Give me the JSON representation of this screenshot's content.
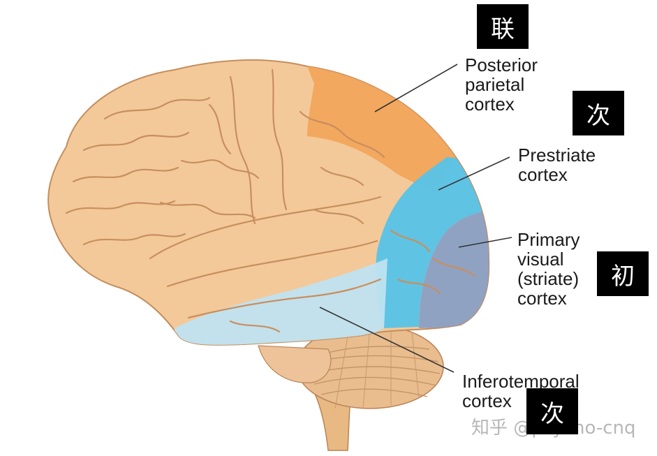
{
  "labels": {
    "posterior_parietal": [
      "Posterior",
      "parietal",
      "cortex"
    ],
    "prestriate": [
      "Prestriate",
      "cortex"
    ],
    "primary_visual": [
      "Primary",
      "visual",
      "(striate)",
      "cortex"
    ],
    "inferotemporal": [
      "Inferotemporal",
      "cortex"
    ]
  },
  "badges": {
    "parietal": "联",
    "prestriate": "次",
    "primary": "初",
    "inferotemporal": "次"
  },
  "watermark": "知乎 @psycho-cnq",
  "colors": {
    "brain_tissue": "#f3c99a",
    "posterior_parietal": "#f2a55a",
    "prestriate": "#56c3e8",
    "primary_visual": "#8aa0c4",
    "inferotemporal": "#bfe3f0",
    "cerebellum": "#e9bd8e",
    "sulci": "#c98e5e"
  }
}
